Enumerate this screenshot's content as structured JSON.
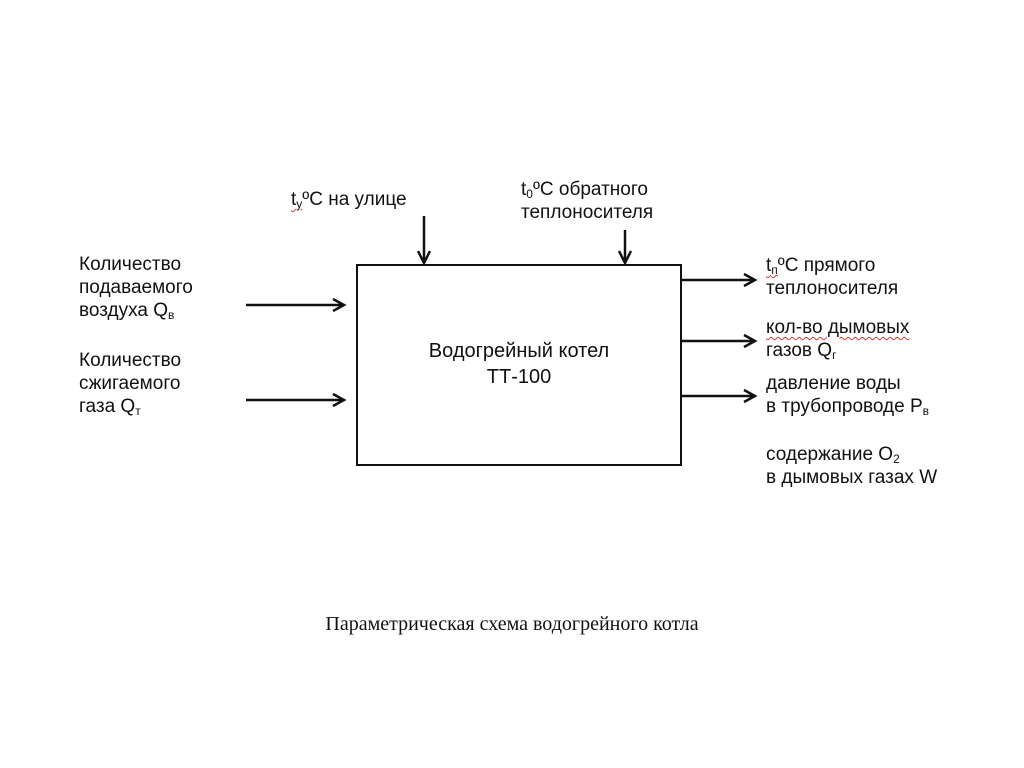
{
  "boiler": {
    "title_line1": "Водогрейный котел",
    "title_line2": "ТТ-100"
  },
  "inputs_top": {
    "outdoor": {
      "t": "t",
      "sub": "у",
      "rest": "ºС на улице"
    },
    "return": {
      "t": "t",
      "sub": "0",
      "rest": "ºС обратного",
      "line2": "теплоносителя"
    }
  },
  "inputs_left": {
    "air": {
      "line1": "Количество",
      "line2": "подаваемого",
      "line3_text": "воздуха Q",
      "line3_sub": "в"
    },
    "gas": {
      "line1": "Количество",
      "line2": "сжигаемого",
      "line3_text": "газа Q",
      "line3_sub": "т"
    }
  },
  "outputs": {
    "supply": {
      "t": "t",
      "sub": "п",
      "rest": "ºС прямого",
      "line2": "теплоносителя"
    },
    "flue": {
      "line1": "кол-во дымовых",
      "line2_text": "газов Q",
      "line2_sub": "г"
    },
    "pressure": {
      "line1": "давление воды",
      "line2_text": "в трубопроводе Р",
      "line2_sub": "в"
    },
    "oxygen": {
      "line1_text": "содержание О",
      "line1_sub": "2",
      "line2": "в дымовых газах W"
    }
  },
  "caption": "Параметрическая схема водогрейного котла"
}
